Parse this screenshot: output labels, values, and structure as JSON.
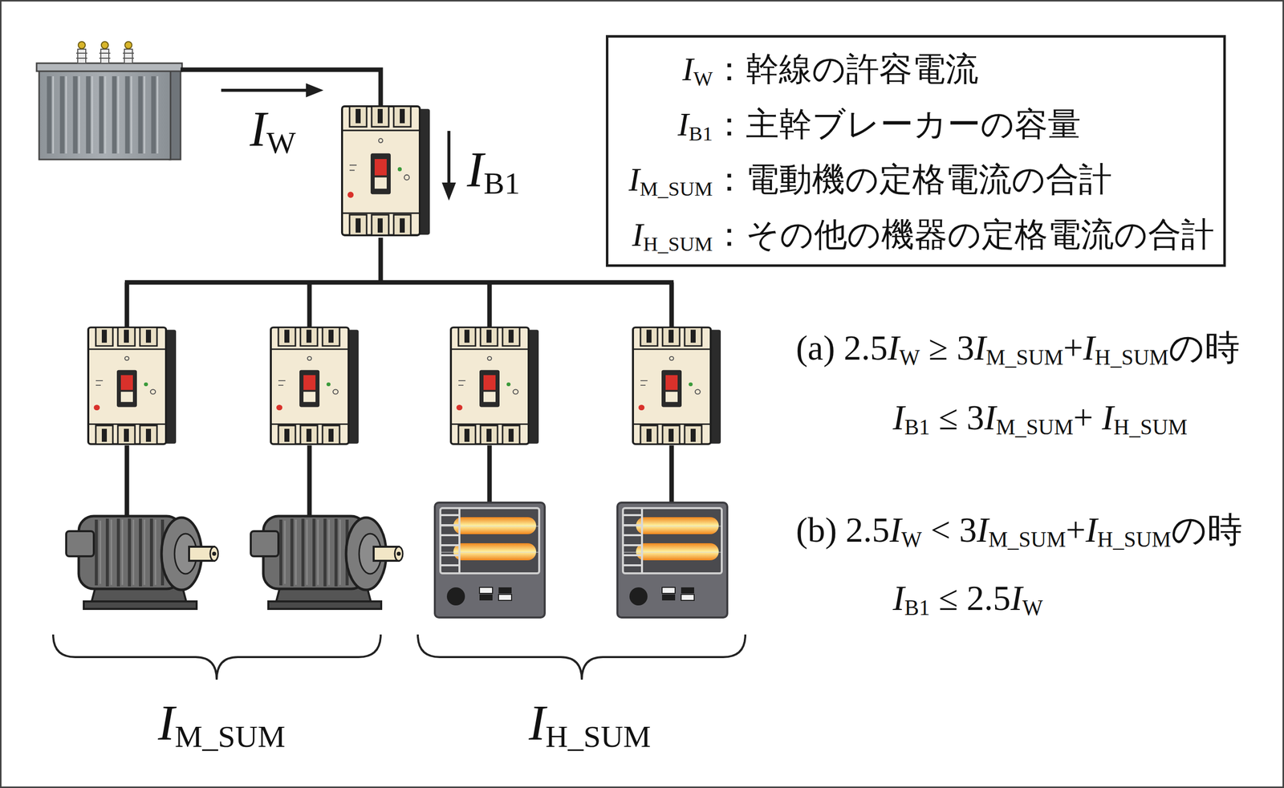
{
  "diagram": {
    "nodes": [
      {
        "text": [
          "IW：幹線の許容電流",
          "IB1：主幹ブレーカーの容量",
          "IM_SUM：電動機の定格電流の合計",
          "IH_SUM：その他の機器の定格電流の合計"
        ]
      }
    ],
    "labels": [
      "IW",
      "IB1",
      "(a) 2.5IW ≥ 3IM_SUM+IH_SUMの時",
      "IB1 ≤ 3IM_SUM+ IH_SUM",
      "(b) 2.5IW < 3IM_SUM+IH_SUMの時",
      "IB1 ≤ 2.5IW",
      "IM_SUM",
      "IH_SUM"
    ]
  }
}
